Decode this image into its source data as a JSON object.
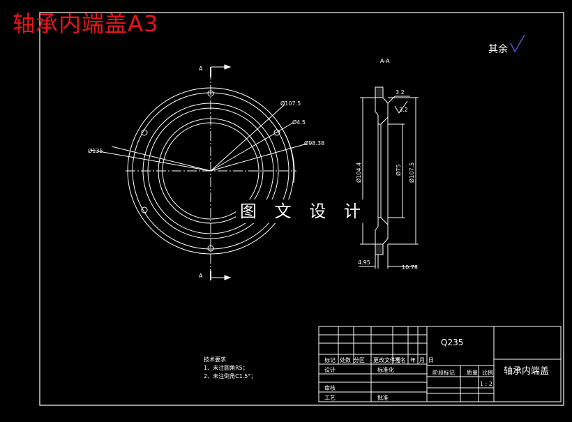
{
  "caption": "轴承内端盖A3",
  "watermark": "图 文 设 计",
  "surface_finish": "其余",
  "section_label": "A-A",
  "cut_labels": [
    "A",
    "A"
  ],
  "dims_front": {
    "outer": "Ø135",
    "mid": "Ø107.5",
    "hole": "Ø4.5",
    "inner": "Ø98.38"
  },
  "dims_section": {
    "top_chamfer": "3.2",
    "inner_step": "3.2",
    "d1": "Ø104.4",
    "d2": "Ø75",
    "d3": "Ø107.5",
    "w_left": "4.95",
    "w_right": "10.78"
  },
  "notes": {
    "title": "技术要求",
    "items": [
      "1、未注圆角R5；",
      "2、未注倒角C1.5°；"
    ]
  },
  "title_block": {
    "material": "Q235",
    "part_name": "轴承内端盖",
    "row_headers": [
      "标记",
      "处数",
      "分区",
      "更改文件号",
      "签名",
      "年",
      "月",
      "日"
    ],
    "design": "设计",
    "standardize": "标准化",
    "stage_mark": "阶段标记",
    "mass": "质量",
    "ratio": "比例",
    "scale": "1 : 2",
    "check": "审核",
    "process": "工艺",
    "approve": "批准"
  }
}
